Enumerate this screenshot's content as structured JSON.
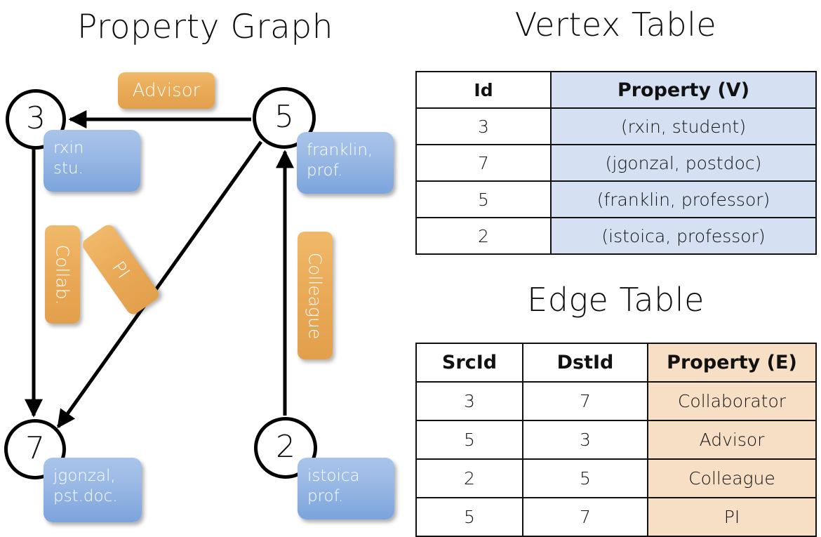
{
  "titles": {
    "property_graph": "Property Graph",
    "vertex_table": "Vertex Table",
    "edge_table": "Edge Table"
  },
  "graph": {
    "nodes": [
      {
        "id": "3",
        "property": "rxin\nstu."
      },
      {
        "id": "5",
        "property": "franklin,\nprof."
      },
      {
        "id": "7",
        "property": "jgonzal,\npst.doc."
      },
      {
        "id": "2",
        "property": "istoica\nprof."
      }
    ],
    "node_labels": {
      "n3": "3",
      "n5": "5",
      "n7": "7",
      "n2": "2"
    },
    "node_properties": {
      "n3_line1": "rxin",
      "n3_line2": "stu.",
      "n5_line1": "franklin,",
      "n5_line2": "prof.",
      "n7_line1": "jgonzal,",
      "n7_line2": "pst.doc.",
      "n2_line1": "istoica",
      "n2_line2": "prof."
    },
    "edge_labels": {
      "advisor": "Advisor",
      "collab": "Collab.",
      "pi": "PI",
      "colleague": "Colleague"
    },
    "edges": [
      {
        "from": "5",
        "to": "3",
        "label": "Advisor"
      },
      {
        "from": "3",
        "to": "7",
        "label": "Collab."
      },
      {
        "from": "5",
        "to": "7",
        "label": "PI"
      },
      {
        "from": "2",
        "to": "5",
        "label": "Colleague"
      }
    ]
  },
  "vertex_table": {
    "headers": [
      "Id",
      "Property (V)"
    ],
    "rows": [
      [
        "3",
        "(rxin, student)"
      ],
      [
        "7",
        "(jgonzal, postdoc)"
      ],
      [
        "5",
        "(franklin, professor)"
      ],
      [
        "2",
        "(istoica, professor)"
      ]
    ]
  },
  "edge_table": {
    "headers": [
      "SrcId",
      "DstId",
      "Property (E)"
    ],
    "rows": [
      [
        "3",
        "7",
        "Collaborator"
      ],
      [
        "5",
        "3",
        "Advisor"
      ],
      [
        "2",
        "5",
        "Colleague"
      ],
      [
        "5",
        "7",
        "PI"
      ]
    ]
  },
  "colors": {
    "vertex_property_cell": "#d5e0f2",
    "edge_property_cell": "#f7dfc6",
    "node_property_box": "#8fb2e3",
    "edge_label_box": "#e9a855",
    "stroke": "#111111"
  }
}
